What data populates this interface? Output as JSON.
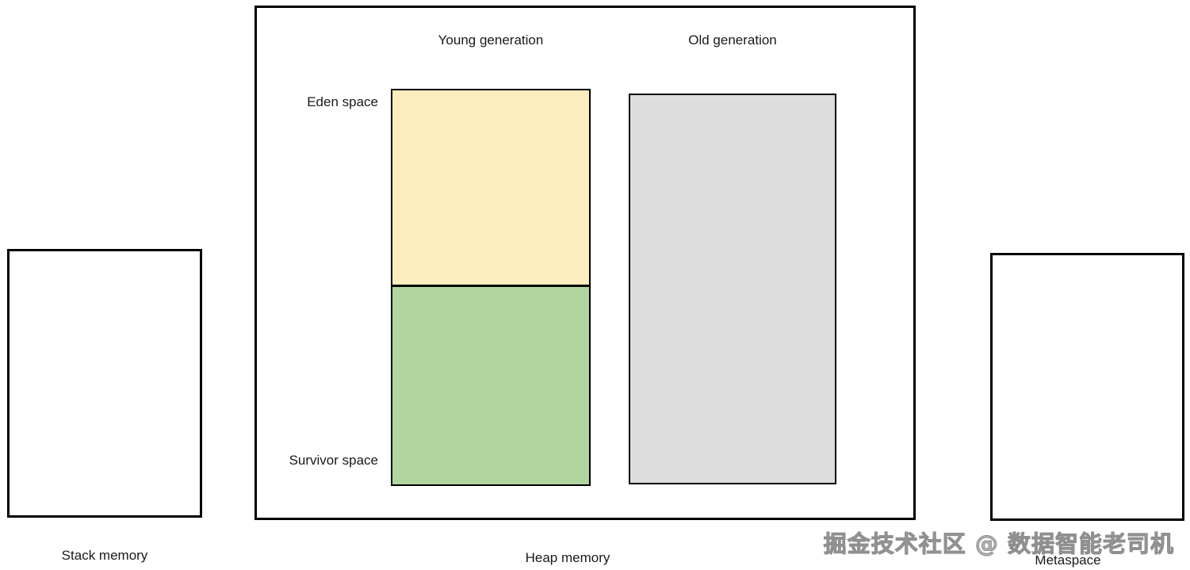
{
  "diagram": {
    "watermark": "掘金技术社区 @ 数据智能老司机"
  },
  "regions": {
    "stack": {
      "label": "Stack memory"
    },
    "heap": {
      "label": "Heap memory",
      "young_generation": {
        "label": "Young generation",
        "eden": {
          "label": "Eden space"
        },
        "survivor": {
          "label": "Survivor space"
        }
      },
      "old_generation": {
        "label": "Old generation"
      }
    },
    "metaspace": {
      "label": "Metaspace"
    }
  },
  "colors": {
    "background": "#ffffff",
    "box_border": "#000000",
    "eden_fill": "#fcedbe",
    "survivor_fill": "#b1d5a1",
    "old_generation_fill": "#dddddd",
    "watermark_color": "#9e9e9e"
  }
}
